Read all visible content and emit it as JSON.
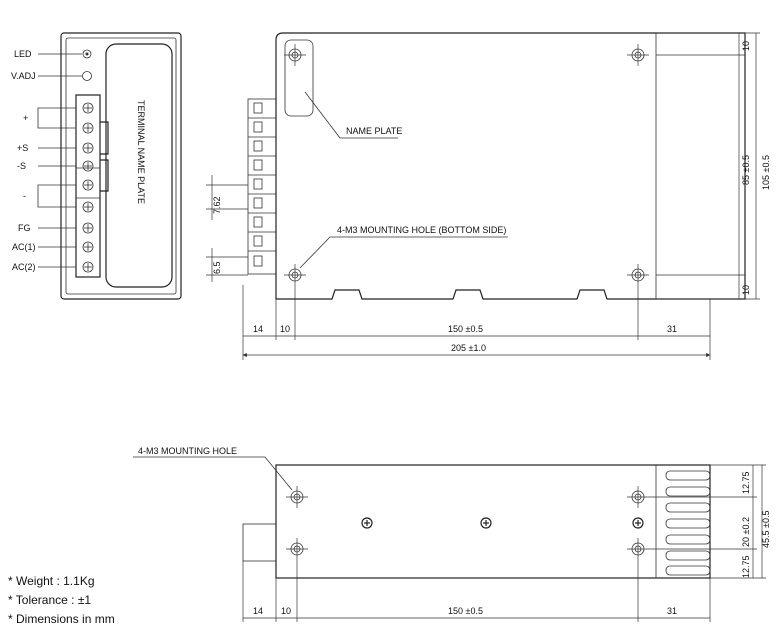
{
  "front_view": {
    "terminal_labels": [
      "LED",
      "V.ADJ",
      "+",
      "+S",
      "-S",
      "-",
      "FG",
      "AC(1)",
      "AC(2)"
    ],
    "plate_text": "TERMINAL NAME PLATE"
  },
  "top_view": {
    "name_plate_label": "NAME PLATE",
    "mounting_hole_label": "4-M3 MOUNTING HOLE (BOTTOM SIDE)",
    "pitch_1": "7.62",
    "pitch_2": "6.5",
    "dims_right": [
      "10",
      "85 ±0.5",
      "10"
    ],
    "dim_total_height": "105 ±0.5",
    "dims_bottom": [
      "14",
      "10",
      "150 ±0.5",
      "31"
    ],
    "dim_total_length": "205 ±1.0"
  },
  "side_view": {
    "mounting_hole_label": "4-M3 MOUNTING HOLE",
    "dims_right": [
      "12.75",
      "20 ±0.2",
      "12.75"
    ],
    "dim_total_height": "45.5 ±0.5",
    "dims_bottom": [
      "14",
      "10",
      "150 ±0.5",
      "31"
    ]
  },
  "notes": [
    "* Weight : 1.1Kg",
    "* Tolerance : ±1",
    "* Dimensions in mm"
  ]
}
